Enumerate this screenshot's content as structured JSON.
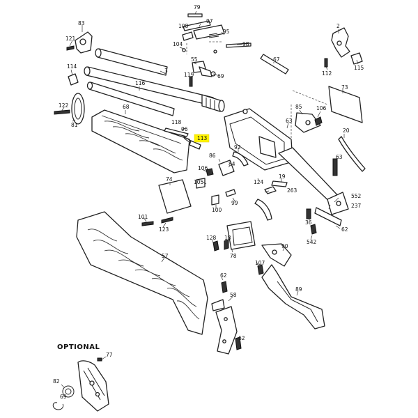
{
  "optional_label": "OPTIONAL",
  "highlighted_part": "113",
  "highlight_color": "#fff200",
  "part_numbers": {
    "p79": "79",
    "p97": "97",
    "p108": "108",
    "p83": "83",
    "p121": "121",
    "p95": "95",
    "p104": "104",
    "p98": "98",
    "p2": "2",
    "p67": "67",
    "p55": "55",
    "p119": "119",
    "p69": "69",
    "p114": "114",
    "p3": "3",
    "p112": "112",
    "p115": "115",
    "p116": "116",
    "p73": "73",
    "p122": "122",
    "p81": "81",
    "p68": "68",
    "p85": "85",
    "p106": "106",
    "p63": "63",
    "p118": "118",
    "p96": "96",
    "p113": "113",
    "p20": "20",
    "p92": "92",
    "p86": "86",
    "p84": "84",
    "p105": "105",
    "p124": "124",
    "p19": "19",
    "p74": "74",
    "p263": "263",
    "p552": "552",
    "p237": "237",
    "p99": "99",
    "p100": "100",
    "p101": "101",
    "p123": "123",
    "p36": "36",
    "p62a": "62",
    "p542": "542",
    "p128": "128",
    "p18": "18",
    "p78": "78",
    "p57": "57",
    "p90": "90",
    "p107": "107",
    "p62b": "62",
    "p58": "58",
    "p89": "89",
    "p62c": "62",
    "p77": "77",
    "p82": "82",
    "p69b": "69"
  }
}
